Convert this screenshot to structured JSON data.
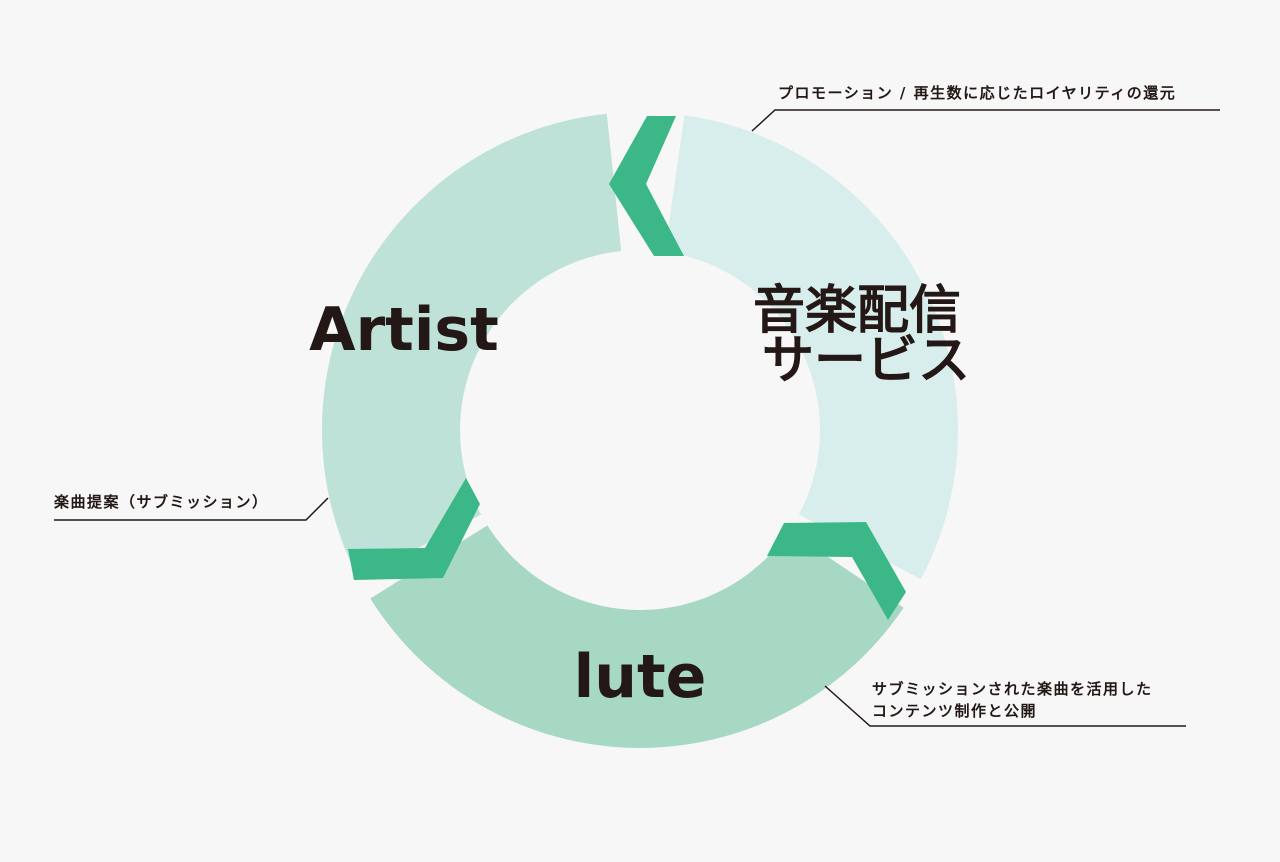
{
  "diagram": {
    "segments": [
      {
        "id": "artist",
        "label_lines": [
          "Artist"
        ],
        "color": "#bee2d8"
      },
      {
        "id": "streaming",
        "label_lines": [
          "音楽配信",
          "サービス"
        ],
        "color": "#d8eeec"
      },
      {
        "id": "lute",
        "label_lines": [
          "lute"
        ],
        "color": "#a7d8c4"
      }
    ],
    "arrow_color": "#3cb888",
    "text_color": "#231815",
    "background": "#f7f7f7"
  },
  "annotations": {
    "top_right": {
      "lines": [
        "プロモーション / 再生数に応じたロイヤリティの還元"
      ]
    },
    "left": {
      "lines": [
        "楽曲提案（サブミッション）"
      ]
    },
    "bottom_right": {
      "lines": [
        "サブミッションされた楽曲を活用した",
        "コンテンツ制作と公開"
      ]
    }
  }
}
